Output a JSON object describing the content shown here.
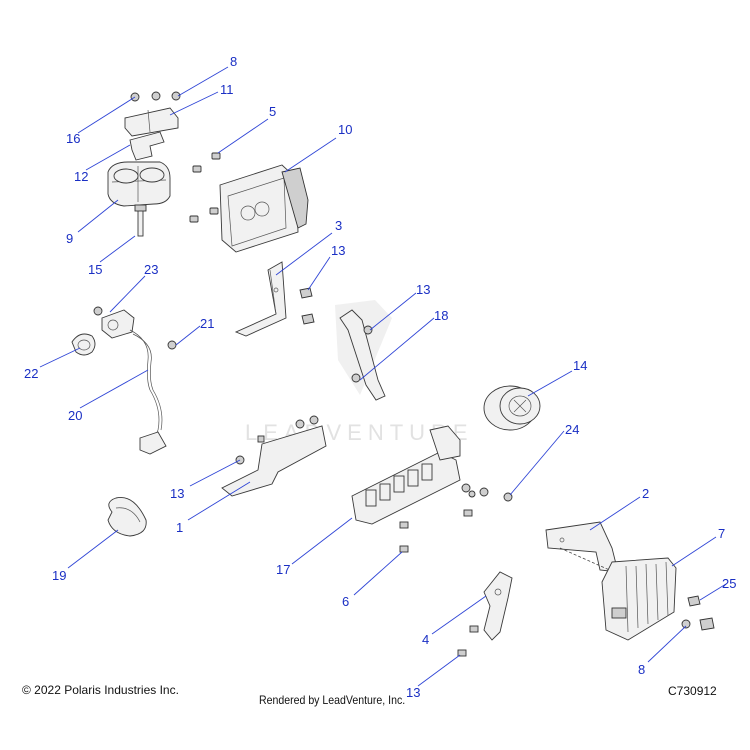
{
  "watermark": {
    "text": "LEADVENTURE"
  },
  "footer": {
    "copyright": "© 2022 Polaris Industries Inc.",
    "rendered_by": "Rendered by LeadVenture, Inc.",
    "diagram_code": "C730912"
  },
  "callouts": [
    "8",
    "11",
    "16",
    "12",
    "9",
    "15",
    "5",
    "10",
    "3",
    "13",
    "23",
    "21",
    "22",
    "20",
    "13",
    "18",
    "14",
    "24",
    "13",
    "1",
    "19",
    "2",
    "17",
    "7",
    "25",
    "6",
    "4",
    "8",
    "13"
  ],
  "colors": {
    "callout": "#1a2fc4",
    "leader": "#2f45d6",
    "part_outline": "#3a3a3a"
  }
}
